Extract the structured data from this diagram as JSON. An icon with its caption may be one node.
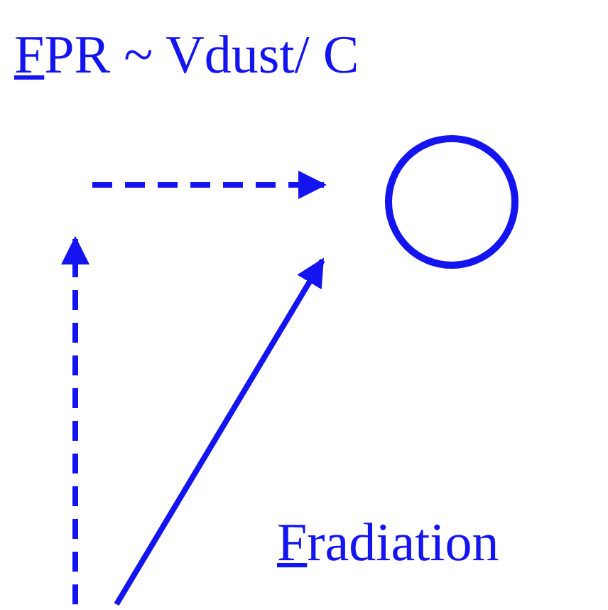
{
  "diagram": {
    "nodes": [
      {
        "text": [],
        "shape": "circle"
      }
    ],
    "labels": [
      "FPR ~ Vdust/ C",
      "Fradiation"
    ]
  }
}
